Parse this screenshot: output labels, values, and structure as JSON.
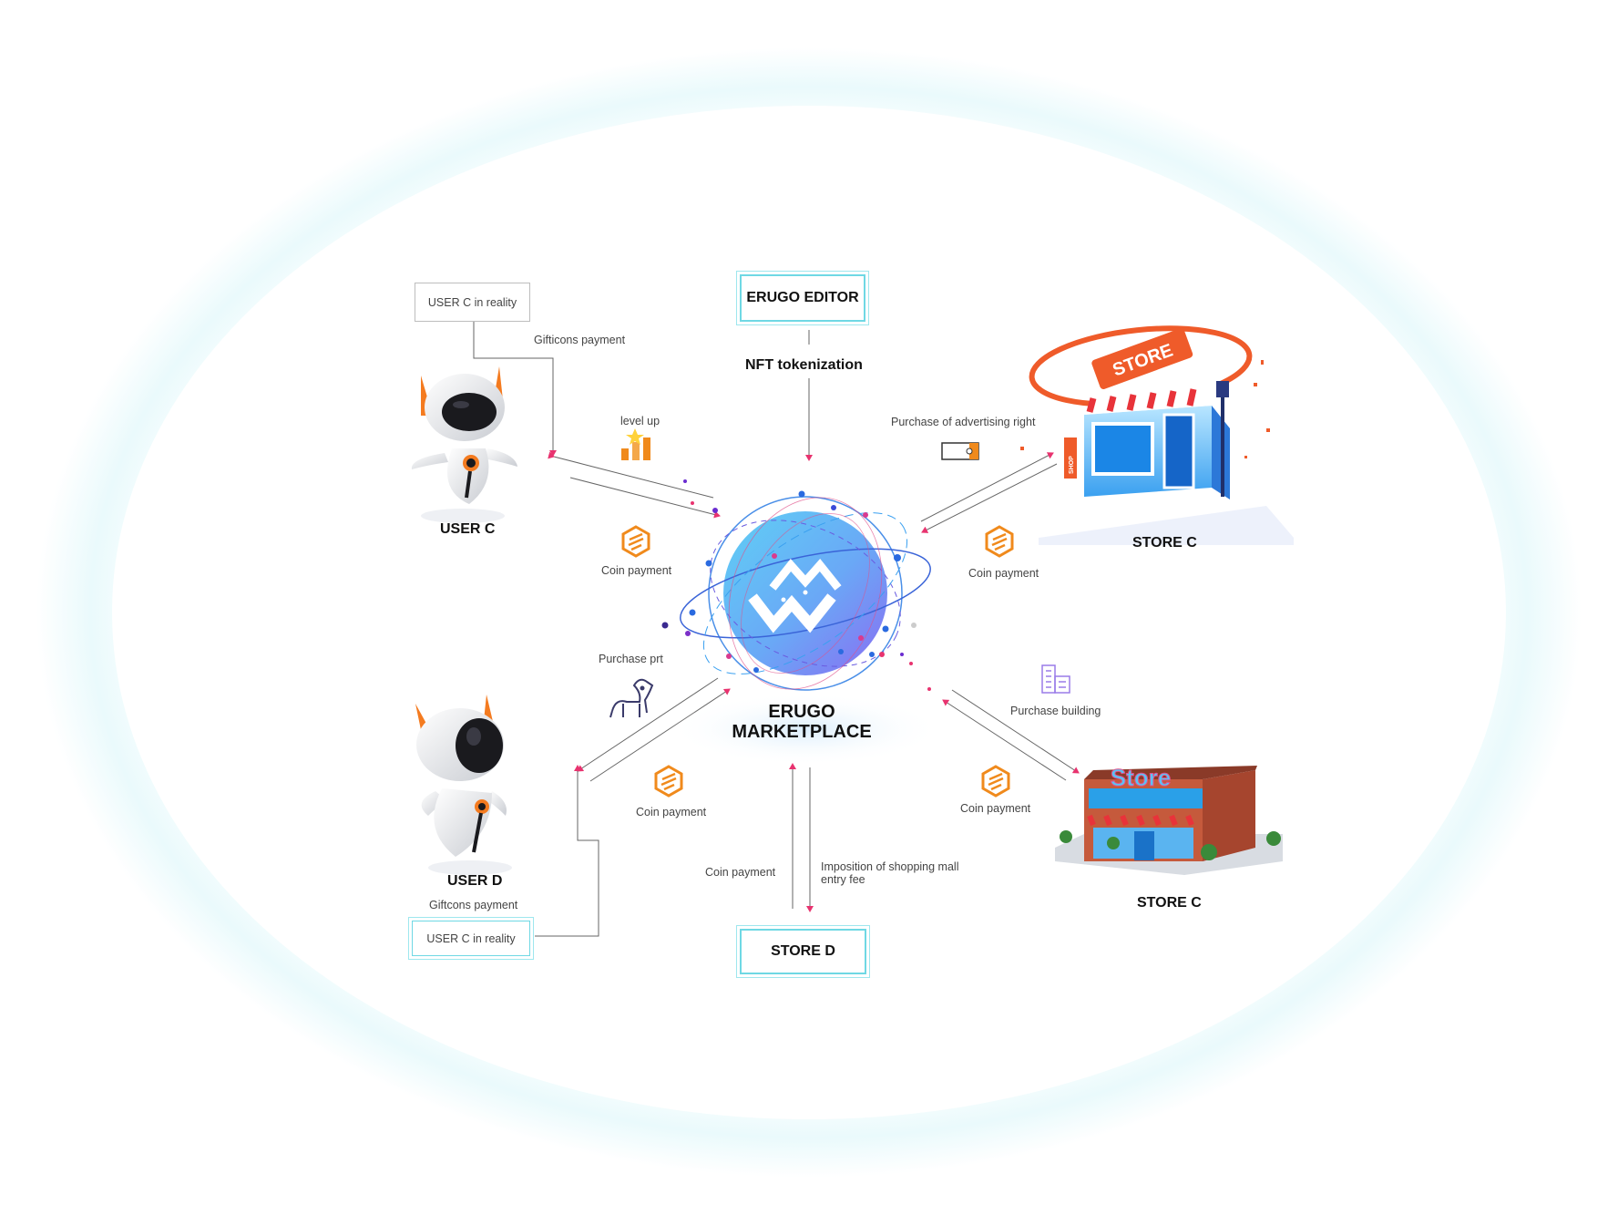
{
  "center": {
    "line1": "ERUGO",
    "line2": "MARKETPLACE"
  },
  "editor": {
    "label": "ERUGO EDITOR",
    "flow": "NFT tokenization"
  },
  "user_c": {
    "name": "USER C",
    "reality_box": "USER C in reality",
    "gifticons": "Gifticons payment",
    "level_up": "level up",
    "coin": "Coin payment"
  },
  "user_d": {
    "name": "USER D",
    "reality_box": "USER C in reality",
    "gifticons": "Giftcons payment",
    "purchase": "Purchase prt",
    "coin": "Coin payment"
  },
  "store_c_top": {
    "name": "STORE C",
    "advertising": "Purchase of advertising right",
    "coin": "Coin payment",
    "sign": "STORE",
    "shop_sign": "SHOP"
  },
  "store_c_bottom": {
    "name": "STORE C",
    "building": "Purchase building",
    "coin": "Coin payment",
    "sign": "Store"
  },
  "store_d": {
    "name": "STORE D",
    "coin": "Coin payment",
    "fee_line1": "Imposition of shopping mall",
    "fee_line2": "entry fee"
  },
  "colors": {
    "arrow": "#e8336f",
    "cyan": "#6fd8e4",
    "coin": "#f08a1c",
    "globe_start": "#5fd0f5",
    "globe_end": "#8a6cf2",
    "robot_accent": "#f47b20"
  },
  "icons": {
    "coin": "coin-icon",
    "level": "level-up-icon",
    "dog": "dog-icon",
    "ticket": "ticket-icon",
    "building": "building-icon",
    "logo": "erugo-logo-icon"
  }
}
